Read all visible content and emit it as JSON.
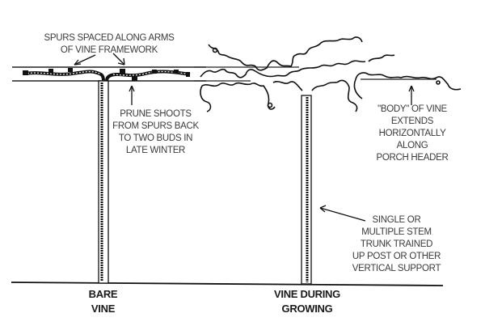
{
  "diagram": {
    "description": "Grape vine training along a porch header",
    "annotations": {
      "spurs": [
        "SPURS SPACED ALONG ARMS",
        "OF VINE FRAMEWORK"
      ],
      "prune": [
        "PRUNE SHOOTS",
        "FROM SPURS BACK",
        "TO TWO BUDS IN",
        "LATE WINTER"
      ],
      "body": [
        "\"BODY\" OF VINE",
        "EXTENDS",
        "HORIZONTALLY",
        "ALONG",
        "PORCH HEADER"
      ],
      "trunk": [
        "SINGLE OR",
        "MULTIPLE STEM",
        "TRUNK TRAINED",
        "UP POST OR OTHER",
        "VERTICAL SUPPORT"
      ]
    },
    "captions": {
      "bare": [
        "BARE",
        "VINE"
      ],
      "growing": [
        "VINE DURING",
        "GROWING"
      ]
    },
    "colors": {
      "line": "#111111",
      "text": "#3a3a3a"
    }
  }
}
